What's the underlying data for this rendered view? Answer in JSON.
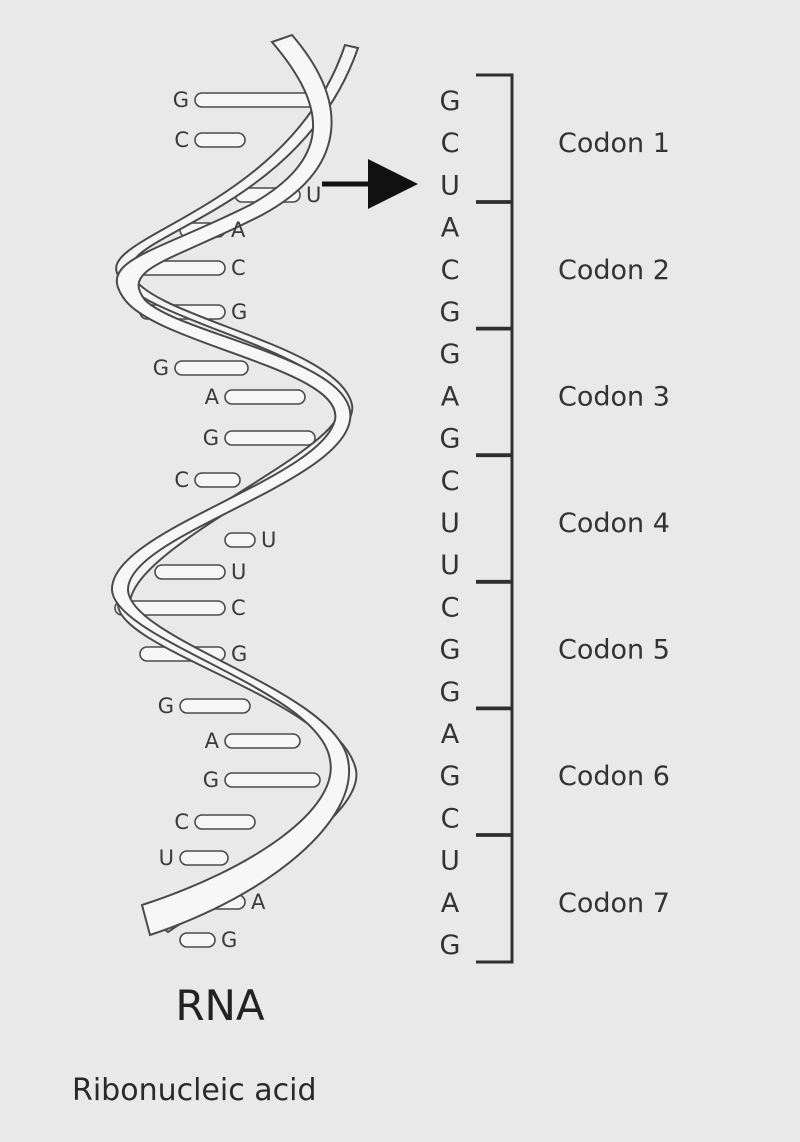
{
  "helix_bases": [
    {
      "letter": "G",
      "side": "left"
    },
    {
      "letter": "C",
      "side": "left"
    },
    {
      "letter": "U",
      "side": "right"
    },
    {
      "letter": "A",
      "side": "right"
    },
    {
      "letter": "C",
      "side": "right"
    },
    {
      "letter": "G",
      "side": "right"
    },
    {
      "letter": "G",
      "side": "left"
    },
    {
      "letter": "A",
      "side": "left"
    },
    {
      "letter": "G",
      "side": "left"
    },
    {
      "letter": "C",
      "side": "left"
    },
    {
      "letter": "U",
      "side": "right"
    },
    {
      "letter": "U",
      "side": "right"
    },
    {
      "letter": "C",
      "side": "right"
    },
    {
      "letter": "G",
      "side": "right"
    },
    {
      "letter": "G",
      "side": "left"
    },
    {
      "letter": "A",
      "side": "left"
    },
    {
      "letter": "G",
      "side": "left"
    },
    {
      "letter": "C",
      "side": "left"
    },
    {
      "letter": "U",
      "side": "left"
    },
    {
      "letter": "A",
      "side": "right"
    },
    {
      "letter": "G",
      "side": "right"
    }
  ],
  "codons": [
    {
      "label": "Codon 1",
      "bases": [
        "G",
        "C",
        "U"
      ]
    },
    {
      "label": "Codon 2",
      "bases": [
        "A",
        "C",
        "G"
      ]
    },
    {
      "label": "Codon 3",
      "bases": [
        "G",
        "A",
        "G"
      ]
    },
    {
      "label": "Codon 4",
      "bases": [
        "C",
        "U",
        "U"
      ]
    },
    {
      "label": "Codon 5",
      "bases": [
        "C",
        "G",
        "G"
      ]
    },
    {
      "label": "Codon 6",
      "bases": [
        "A",
        "G",
        "C"
      ]
    },
    {
      "label": "Codon 7",
      "bases": [
        "U",
        "A",
        "G"
      ]
    }
  ],
  "title": "RNA",
  "subtitle": "Ribonucleic acid",
  "colors": {
    "background": "#e9e9e9",
    "strand_fill": "#f4f4f4",
    "stroke": "#4a4a4a",
    "text": "#333333"
  }
}
